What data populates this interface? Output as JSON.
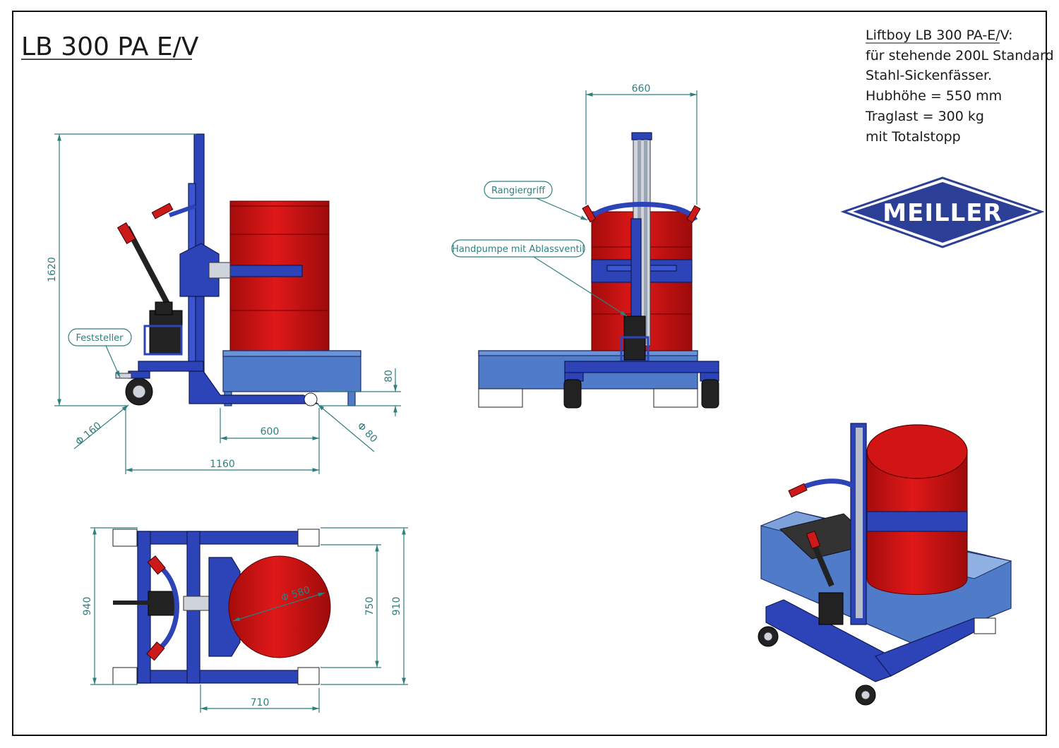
{
  "title": "LB 300 PA E/V",
  "spec_lines": [
    "Liftboy LB 300 PA-E/V:",
    "für stehende 200L Standard",
    "Stahl-Sickenfässer.",
    "Hubhöhe = 550 mm",
    "Traglast = 300 kg",
    "mit Totalstopp"
  ],
  "logo_text": "MEILLER",
  "colors": {
    "frame_blue": "#2d43b8",
    "drum_red": "#d11414",
    "dimension_teal": "#2f7f7f",
    "logo_blue": "#2a3f95"
  },
  "views": {
    "side": {
      "dims": {
        "height": "1620",
        "base_height": "80",
        "drum_base": "600",
        "overall_length": "1160",
        "caster": "Φ 160",
        "front_wheel": "Φ 80"
      },
      "callouts": {
        "brake": "Feststeller"
      }
    },
    "front": {
      "dims": {
        "width": "660"
      },
      "callouts": {
        "handle": "Rangiergriff",
        "pump": "Handpumpe mit Ablassventil"
      }
    },
    "top": {
      "dims": {
        "drum_diameter": "Φ 580",
        "overall_width": "940",
        "inner_width": "750",
        "track_width": "910",
        "fork_length": "710"
      }
    }
  }
}
